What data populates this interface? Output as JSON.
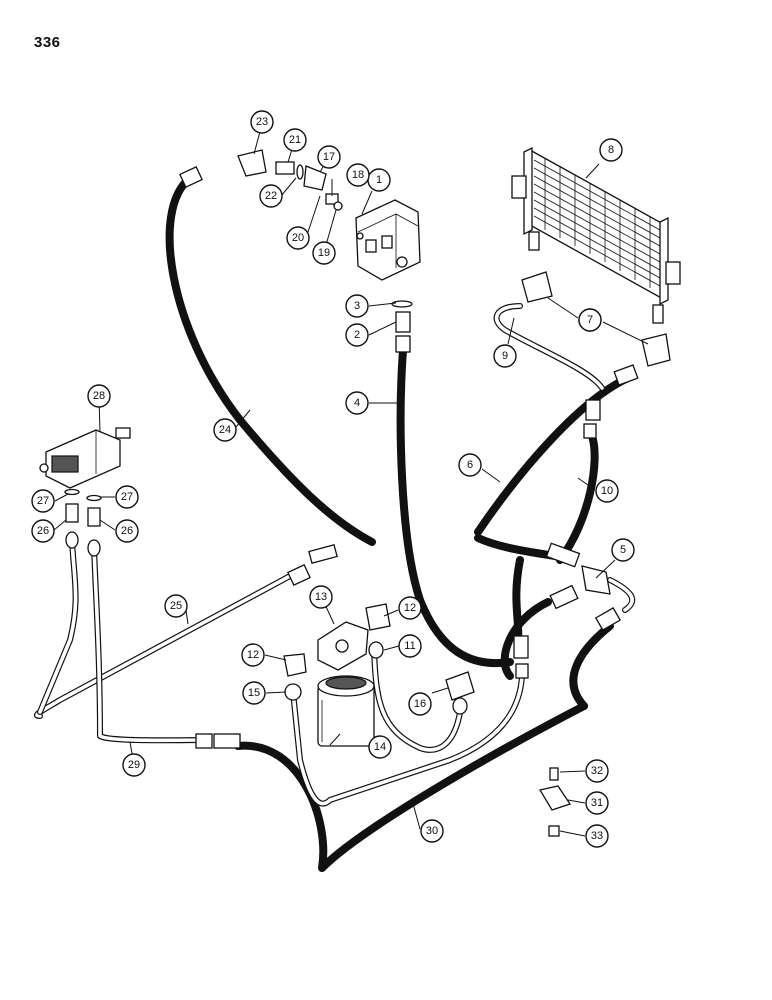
{
  "page_number": "336",
  "callouts": [
    "1",
    "2",
    "3",
    "4",
    "5",
    "6",
    "7",
    "7",
    "8",
    "9",
    "10",
    "11",
    "12",
    "12",
    "13",
    "14",
    "15",
    "16",
    "17",
    "18",
    "19",
    "20",
    "21",
    "22",
    "23",
    "24",
    "25",
    "26",
    "26",
    "27",
    "27",
    "28",
    "29",
    "30",
    "31",
    "32",
    "33"
  ]
}
